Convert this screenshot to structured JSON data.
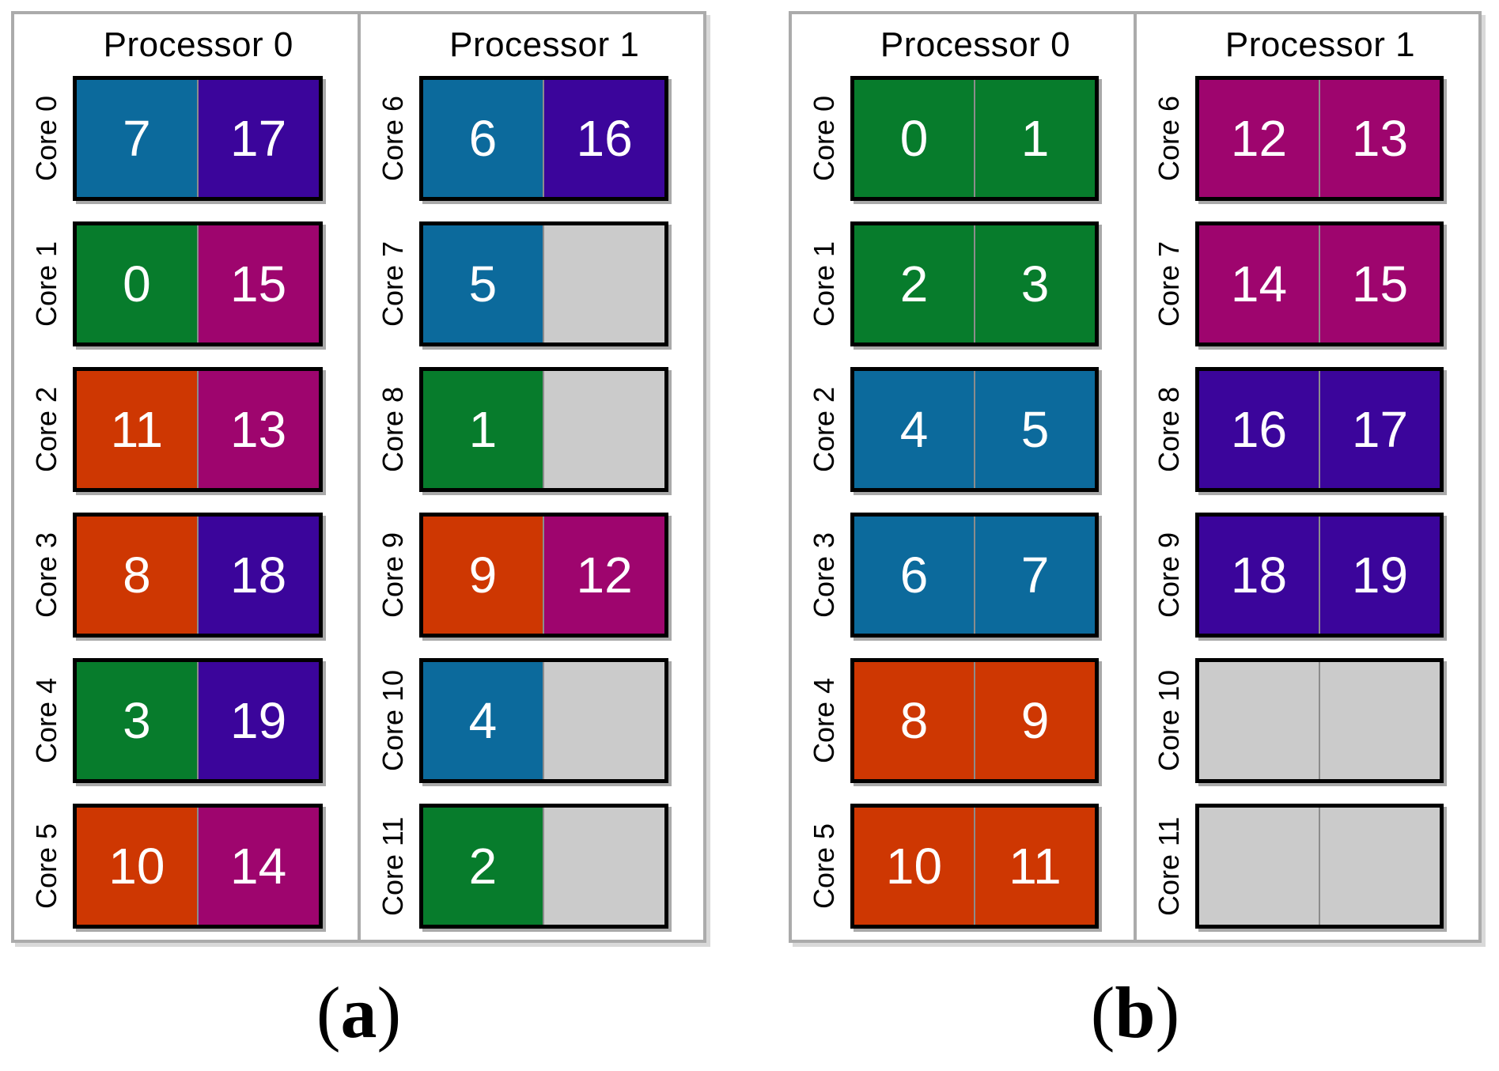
{
  "palette": {
    "blue": "#0C6A9C",
    "green": "#077C2C",
    "orange": "#CE3702",
    "magenta": "#9E056E",
    "indigo": "#3B059B",
    "empty": "#CBCBCB"
  },
  "panels": [
    {
      "id": "a",
      "caption": {
        "open": "(",
        "letter": "a",
        "close": ")"
      },
      "processors": [
        {
          "title": "Processor 0",
          "cores": [
            {
              "label": "Core 0",
              "slots": [
                {
                  "value": "7",
                  "color": "blue"
                },
                {
                  "value": "17",
                  "color": "indigo"
                }
              ]
            },
            {
              "label": "Core 1",
              "slots": [
                {
                  "value": "0",
                  "color": "green"
                },
                {
                  "value": "15",
                  "color": "magenta"
                }
              ]
            },
            {
              "label": "Core 2",
              "slots": [
                {
                  "value": "11",
                  "color": "orange"
                },
                {
                  "value": "13",
                  "color": "magenta"
                }
              ]
            },
            {
              "label": "Core 3",
              "slots": [
                {
                  "value": "8",
                  "color": "orange"
                },
                {
                  "value": "18",
                  "color": "indigo"
                }
              ]
            },
            {
              "label": "Core 4",
              "slots": [
                {
                  "value": "3",
                  "color": "green"
                },
                {
                  "value": "19",
                  "color": "indigo"
                }
              ]
            },
            {
              "label": "Core 5",
              "slots": [
                {
                  "value": "10",
                  "color": "orange"
                },
                {
                  "value": "14",
                  "color": "magenta"
                }
              ]
            }
          ]
        },
        {
          "title": "Processor 1",
          "cores": [
            {
              "label": "Core 6",
              "slots": [
                {
                  "value": "6",
                  "color": "blue"
                },
                {
                  "value": "16",
                  "color": "indigo"
                }
              ]
            },
            {
              "label": "Core 7",
              "slots": [
                {
                  "value": "5",
                  "color": "blue"
                },
                {
                  "value": "",
                  "color": "empty"
                }
              ]
            },
            {
              "label": "Core 8",
              "slots": [
                {
                  "value": "1",
                  "color": "green"
                },
                {
                  "value": "",
                  "color": "empty"
                }
              ]
            },
            {
              "label": "Core 9",
              "slots": [
                {
                  "value": "9",
                  "color": "orange"
                },
                {
                  "value": "12",
                  "color": "magenta"
                }
              ]
            },
            {
              "label": "Core 10",
              "slots": [
                {
                  "value": "4",
                  "color": "blue"
                },
                {
                  "value": "",
                  "color": "empty"
                }
              ]
            },
            {
              "label": "Core 11",
              "slots": [
                {
                  "value": "2",
                  "color": "green"
                },
                {
                  "value": "",
                  "color": "empty"
                }
              ]
            }
          ]
        }
      ]
    },
    {
      "id": "b",
      "caption": {
        "open": "(",
        "letter": "b",
        "close": ")"
      },
      "processors": [
        {
          "title": "Processor 0",
          "cores": [
            {
              "label": "Core 0",
              "slots": [
                {
                  "value": "0",
                  "color": "green"
                },
                {
                  "value": "1",
                  "color": "green"
                }
              ]
            },
            {
              "label": "Core 1",
              "slots": [
                {
                  "value": "2",
                  "color": "green"
                },
                {
                  "value": "3",
                  "color": "green"
                }
              ]
            },
            {
              "label": "Core 2",
              "slots": [
                {
                  "value": "4",
                  "color": "blue"
                },
                {
                  "value": "5",
                  "color": "blue"
                }
              ]
            },
            {
              "label": "Core 3",
              "slots": [
                {
                  "value": "6",
                  "color": "blue"
                },
                {
                  "value": "7",
                  "color": "blue"
                }
              ]
            },
            {
              "label": "Core 4",
              "slots": [
                {
                  "value": "8",
                  "color": "orange"
                },
                {
                  "value": "9",
                  "color": "orange"
                }
              ]
            },
            {
              "label": "Core 5",
              "slots": [
                {
                  "value": "10",
                  "color": "orange"
                },
                {
                  "value": "11",
                  "color": "orange"
                }
              ]
            }
          ]
        },
        {
          "title": "Processor 1",
          "cores": [
            {
              "label": "Core 6",
              "slots": [
                {
                  "value": "12",
                  "color": "magenta"
                },
                {
                  "value": "13",
                  "color": "magenta"
                }
              ]
            },
            {
              "label": "Core 7",
              "slots": [
                {
                  "value": "14",
                  "color": "magenta"
                },
                {
                  "value": "15",
                  "color": "magenta"
                }
              ]
            },
            {
              "label": "Core 8",
              "slots": [
                {
                  "value": "16",
                  "color": "indigo"
                },
                {
                  "value": "17",
                  "color": "indigo"
                }
              ]
            },
            {
              "label": "Core 9",
              "slots": [
                {
                  "value": "18",
                  "color": "indigo"
                },
                {
                  "value": "19",
                  "color": "indigo"
                }
              ]
            },
            {
              "label": "Core 10",
              "slots": [
                {
                  "value": "",
                  "color": "empty"
                },
                {
                  "value": "",
                  "color": "empty"
                }
              ]
            },
            {
              "label": "Core 11",
              "slots": [
                {
                  "value": "",
                  "color": "empty"
                },
                {
                  "value": "",
                  "color": "empty"
                }
              ]
            }
          ]
        }
      ]
    }
  ]
}
